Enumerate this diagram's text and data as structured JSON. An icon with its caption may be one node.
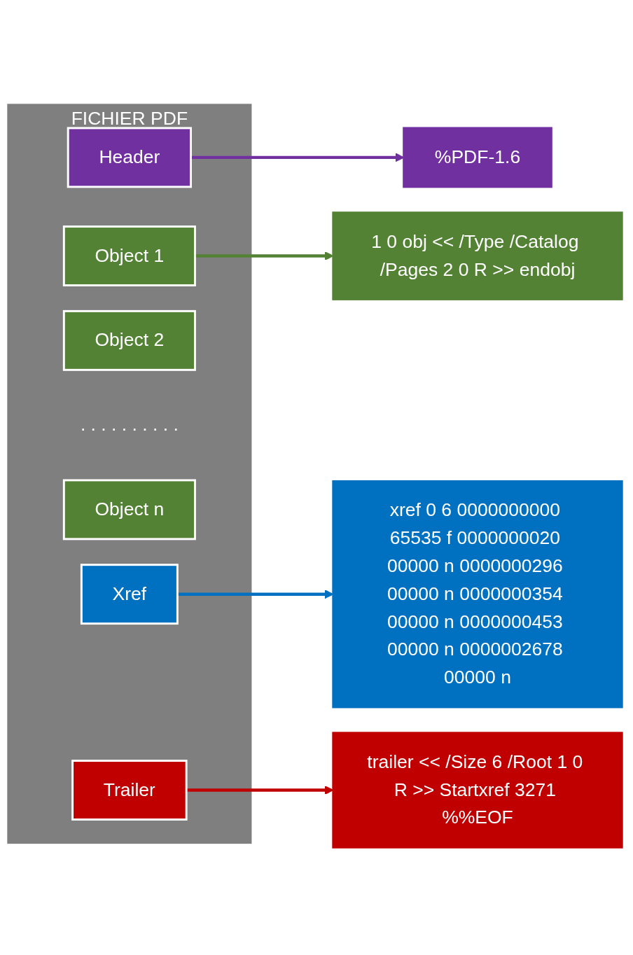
{
  "diagram": {
    "nodes": [
      {
        "text": [
          "FICHIER PDF"
        ]
      },
      {
        "text": [
          "Header"
        ],
        "in": 0
      },
      {
        "text": [
          "Object 1"
        ],
        "in": 0
      },
      {
        "text": [
          "Object 2"
        ],
        "in": 0
      },
      {
        "text": [
          ". . . . . . . . . ."
        ],
        "in": 0
      },
      {
        "text": [
          "Object n"
        ],
        "in": 0
      },
      {
        "text": [
          "Xref"
        ],
        "in": 0
      },
      {
        "text": [
          "Trailer"
        ],
        "in": 0
      },
      {
        "text": [
          "%PDF-1.6"
        ]
      },
      {
        "text": [
          "1 0 obj << /Type /Catalog /Pages 2 0 R >> endobj"
        ]
      },
      {
        "text": [
          "xref 0 6 0000000000 65535 f 0000000020 00000 n 0000000296 00000 n 0000000354 00000 n 0000000453 00000 n 0000002678 00000 n"
        ]
      },
      {
        "text": [
          "trailer << /Size 6 /Root 1 0 R >> Startxref 3271 %%EOF"
        ]
      }
    ],
    "edges": [
      {
        "from": 1,
        "to": 8,
        "arrow": "to",
        "color": "#7030a0"
      },
      {
        "from": 2,
        "to": 9,
        "arrow": "to",
        "color": "#548235"
      },
      {
        "from": 6,
        "to": 10,
        "arrow": "to",
        "color": "#0070c0"
      },
      {
        "from": 7,
        "to": 11,
        "arrow": "to",
        "color": "#c00000"
      }
    ]
  }
}
